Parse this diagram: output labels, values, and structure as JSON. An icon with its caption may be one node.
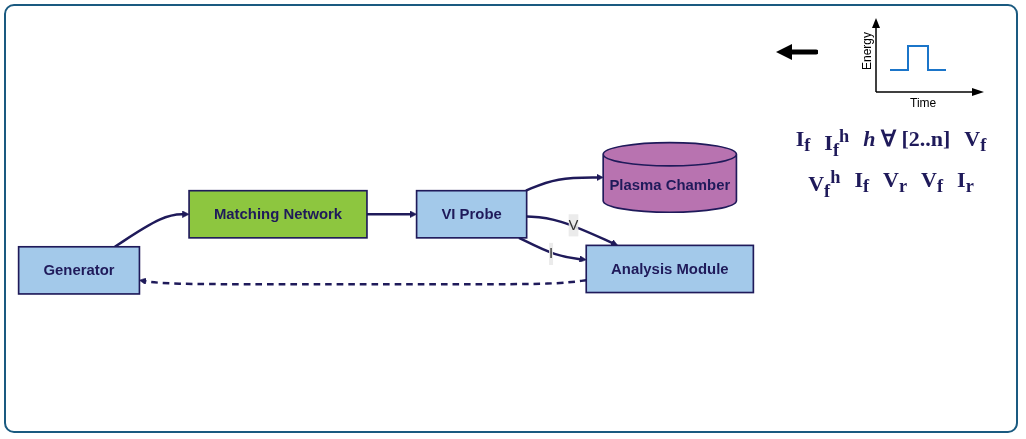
{
  "diagram": {
    "nodes": [
      {
        "text": [
          "Generator"
        ]
      },
      {
        "text": [
          "Matching Network"
        ]
      },
      {
        "text": [
          "VI Probe"
        ]
      },
      {
        "text": [
          "Plasma Chamber"
        ]
      },
      {
        "text": [
          "Analysis Module"
        ]
      }
    ],
    "edges": [
      {
        "from": 0,
        "to": 1,
        "arrow": "to"
      },
      {
        "from": 1,
        "to": 2,
        "arrow": "to"
      },
      {
        "from": 2,
        "to": 3,
        "arrow": "to"
      },
      {
        "from": 2,
        "to": 4,
        "arrow": "to",
        "label": "V"
      },
      {
        "from": 2,
        "to": 4,
        "arrow": "to",
        "label": "I"
      },
      {
        "from": 4,
        "to": 0,
        "arrow": "to",
        "style": "dashed"
      }
    ],
    "labels": [
      "I$_{f}$",
      "I$_{f}$$^{h}$",
      "*h* ∀ [2..n]",
      "V$_{f}$",
      "V$_{f}$$^{h}$",
      "I$_{f}$",
      "V$_{r}$",
      "V$_{f}$",
      "I$_{r}$",
      "Energy",
      "Time"
    ]
  }
}
